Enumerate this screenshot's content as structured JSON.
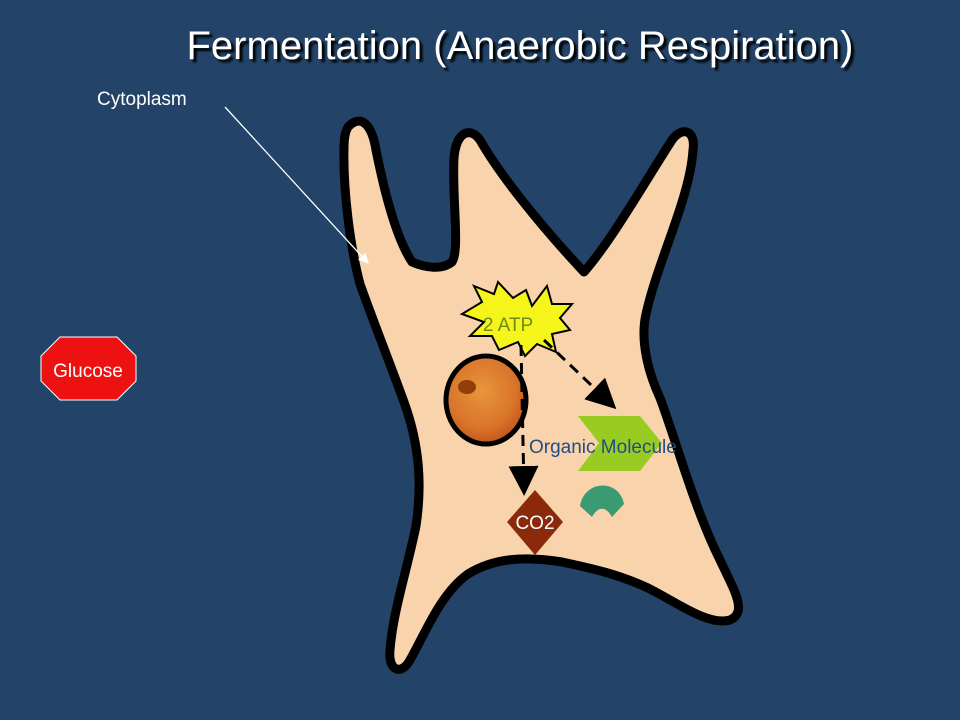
{
  "title": "Fermentation (Anaerobic Respiration)",
  "labels": {
    "cytoplasm": "Cytoplasm",
    "glucose": "Glucose",
    "atp": "2 ATP",
    "organic_molecule": "Organic Molecule",
    "co2": "CO2"
  },
  "colors": {
    "background": "#234468",
    "cell_fill": "#f9d3ac",
    "cell_outline": "#000000",
    "nucleus": "#d9742a",
    "glucose": "#ee1111",
    "atp_burst": "#f5f51a",
    "organic_molecule": "#99cc22",
    "co2": "#8b2a0a",
    "enzyme": "#3a9a72"
  }
}
